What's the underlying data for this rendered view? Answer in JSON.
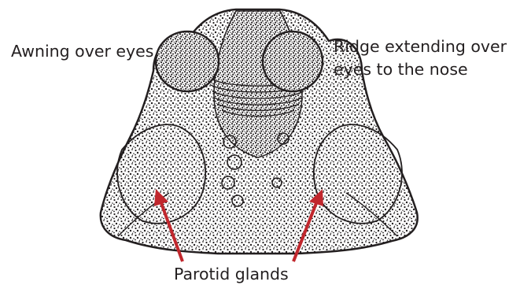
{
  "labels": {
    "awning": "Awning over eyes",
    "ridge_line1": "Ridge extending over",
    "ridge_line2": "eyes to the nose",
    "parotid": "Parotid glands"
  },
  "colors": {
    "ink": "#231f20",
    "arrow": "#c1272d",
    "background": "#ffffff"
  },
  "subject": "stippled-toad-head-illustration"
}
